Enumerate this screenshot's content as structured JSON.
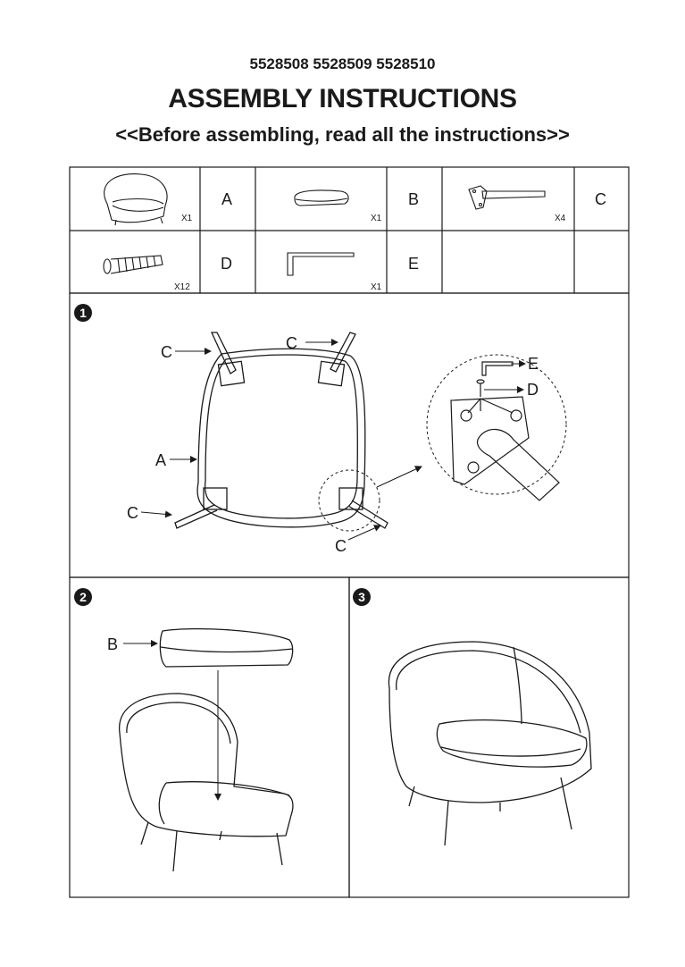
{
  "header": {
    "codes": "5528508 5528509  5528510",
    "title": "ASSEMBLY INSTRUCTIONS",
    "subtitle": "<<Before assembling, read all the instructions>>"
  },
  "parts": [
    {
      "letter": "A",
      "qty": "X1",
      "icon": "chair-body-icon"
    },
    {
      "letter": "B",
      "qty": "X1",
      "icon": "seat-cushion-icon"
    },
    {
      "letter": "C",
      "qty": "X4",
      "icon": "chair-leg-icon"
    },
    {
      "letter": "D",
      "qty": "X12",
      "icon": "bolt-icon"
    },
    {
      "letter": "E",
      "qty": "X1",
      "icon": "allen-key-icon"
    }
  ],
  "steps": [
    {
      "number": "1",
      "labels": {
        "c1": "C",
        "c2": "C",
        "c3": "C",
        "c4": "C",
        "a": "A",
        "e": "E",
        "d": "D"
      }
    },
    {
      "number": "2",
      "labels": {
        "b": "B"
      }
    },
    {
      "number": "3"
    }
  ]
}
